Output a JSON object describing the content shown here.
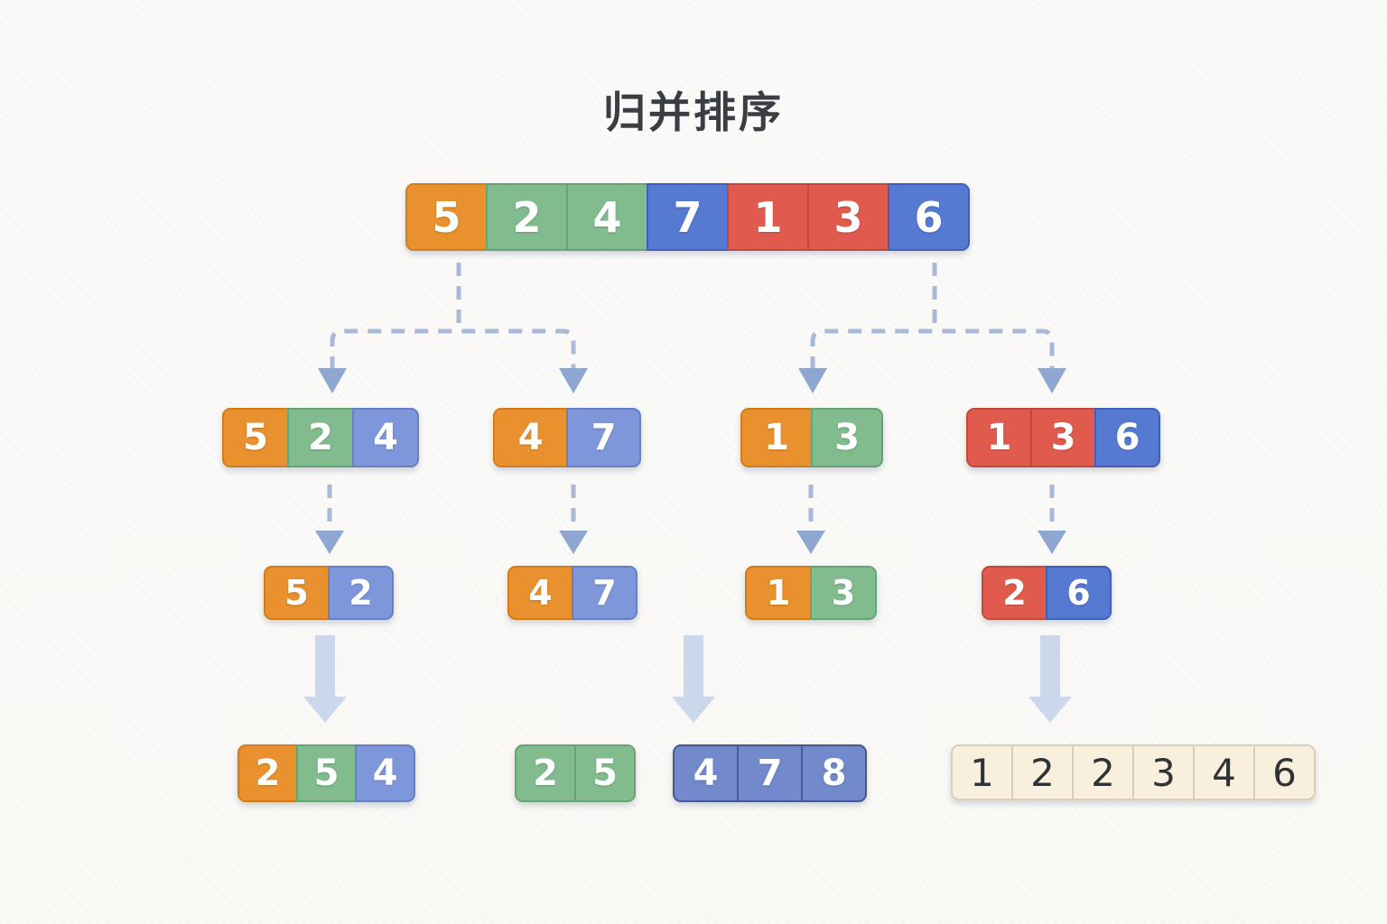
{
  "title": "归并排序",
  "diagram_type": "merge-sort-tree",
  "palette": {
    "orange": {
      "fill": "#e8912e",
      "border": "#d47c17"
    },
    "green": {
      "fill": "#82bb8e",
      "border": "#66a375"
    },
    "blue": {
      "fill": "#5679d1",
      "border": "#3f5fb8"
    },
    "lightblue": {
      "fill": "#7e97db",
      "border": "#6580c6"
    },
    "red": {
      "fill": "#e05b4e",
      "border": "#c4473a"
    },
    "mblue": {
      "fill": "#7289cc",
      "border": "#46598f"
    },
    "cream": {
      "fill": "#f8efdc",
      "border": "#d9cfb8",
      "text": "#2f3338"
    }
  },
  "arrow_colors": {
    "dashed_stroke": "#a9bad8",
    "dashed_arrowhead": "#8ea7d0",
    "thick_arrow": "#cbd7ea"
  },
  "background_color": "#faf9f7",
  "title_color": "#3a3e44",
  "arrays": {
    "root": {
      "values": "5 2 4 7 1 3 6",
      "cells": [
        {
          "v": "5",
          "c": "orange"
        },
        {
          "v": "2",
          "c": "green"
        },
        {
          "v": "4",
          "c": "green"
        },
        {
          "v": "7",
          "c": "blue"
        },
        {
          "v": "1",
          "c": "red"
        },
        {
          "v": "3",
          "c": "red"
        },
        {
          "v": "6",
          "c": "blue"
        }
      ]
    },
    "l2a": {
      "values": "5 2 4",
      "cells": [
        {
          "v": "5",
          "c": "orange"
        },
        {
          "v": "2",
          "c": "green"
        },
        {
          "v": "4",
          "c": "lightblue"
        }
      ]
    },
    "l2b": {
      "values": "4 7",
      "cells": [
        {
          "v": "4",
          "c": "orange"
        },
        {
          "v": "7",
          "c": "lightblue"
        }
      ]
    },
    "l2c": {
      "values": "1 3",
      "cells": [
        {
          "v": "1",
          "c": "orange"
        },
        {
          "v": "3",
          "c": "green"
        }
      ]
    },
    "l2d": {
      "values": "1 3 6",
      "cells": [
        {
          "v": "1",
          "c": "red"
        },
        {
          "v": "3",
          "c": "red"
        },
        {
          "v": "6",
          "c": "blue"
        }
      ]
    },
    "l3a": {
      "values": "5 2",
      "cells": [
        {
          "v": "5",
          "c": "orange"
        },
        {
          "v": "2",
          "c": "lightblue"
        }
      ]
    },
    "l3b": {
      "values": "4 7",
      "cells": [
        {
          "v": "4",
          "c": "orange"
        },
        {
          "v": "7",
          "c": "lightblue"
        }
      ]
    },
    "l3c": {
      "values": "1 3",
      "cells": [
        {
          "v": "1",
          "c": "orange"
        },
        {
          "v": "3",
          "c": "green"
        }
      ]
    },
    "l3d": {
      "values": "2 6",
      "cells": [
        {
          "v": "2",
          "c": "red"
        },
        {
          "v": "6",
          "c": "blue"
        }
      ]
    },
    "l4a": {
      "values": "2 5 4",
      "cells": [
        {
          "v": "2",
          "c": "orange"
        },
        {
          "v": "5",
          "c": "green"
        },
        {
          "v": "4",
          "c": "lightblue"
        }
      ]
    },
    "l4b": {
      "values": "2 5",
      "cells": [
        {
          "v": "2",
          "c": "green"
        },
        {
          "v": "5",
          "c": "green"
        }
      ]
    },
    "l4c": {
      "values": "4 7 8",
      "cells": [
        {
          "v": "4",
          "c": "mblue"
        },
        {
          "v": "7",
          "c": "mblue"
        },
        {
          "v": "8",
          "c": "mblue"
        }
      ]
    },
    "l4d": {
      "values": "1 2 2 3 4 6",
      "cells": [
        {
          "v": "1",
          "c": "cream"
        },
        {
          "v": "2",
          "c": "cream"
        },
        {
          "v": "2",
          "c": "cream"
        },
        {
          "v": "3",
          "c": "cream"
        },
        {
          "v": "4",
          "c": "cream"
        },
        {
          "v": "6",
          "c": "cream"
        }
      ]
    }
  }
}
